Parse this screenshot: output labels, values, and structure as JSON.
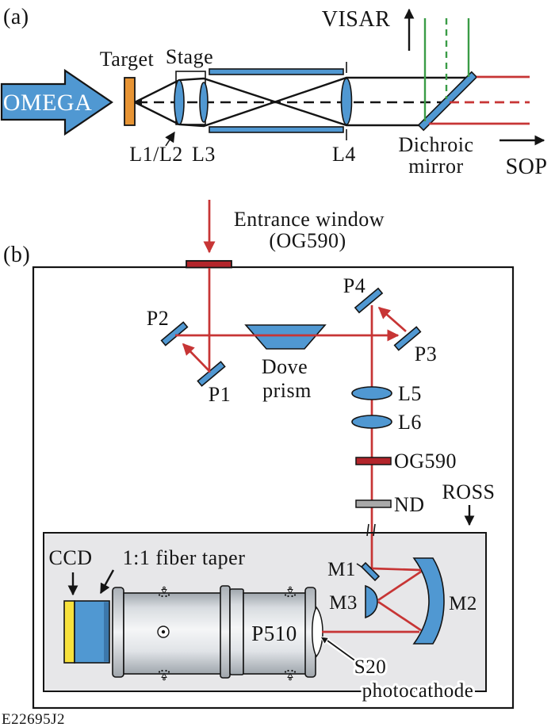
{
  "colors": {
    "blue": "#5098d2",
    "orange": "#e79434",
    "red": "#c73535",
    "darkred": "#b3252b",
    "green": "#3a9c46",
    "ndgray": "#a9a9a9",
    "boxgray": "#e7e7e9",
    "ink": "#141414",
    "yellow": "#f7e13c",
    "taperedge": "#3c77ab"
  },
  "panel_a": {
    "tag": "(a)",
    "omega": "OMEGA",
    "target": "Target",
    "stage": "Stage",
    "l1l2": "L1/L2",
    "l3": "L3",
    "l4": "L4",
    "visar": "VISAR",
    "sop": "SOP",
    "dichroic_line1": "Dichroic",
    "dichroic_line2": "mirror"
  },
  "panel_b": {
    "tag": "(b)",
    "entrance_line1": "Entrance window",
    "entrance_line2": "(OG590)",
    "p1": "P1",
    "p2": "P2",
    "p3": "P3",
    "p4": "P4",
    "dove_line1": "Dove",
    "dove_line2": "prism",
    "l5": "L5",
    "l6": "L6",
    "og590": "OG590",
    "nd": "ND",
    "ross": "ROSS",
    "ccd": "CCD",
    "fiber_taper": "1:1 fiber taper",
    "p510": "P510",
    "m1": "M1",
    "m2": "M2",
    "m3": "M3",
    "s20": "S20",
    "photocathode": "photocathode"
  },
  "footer": {
    "figure_id": "E22695J2"
  }
}
